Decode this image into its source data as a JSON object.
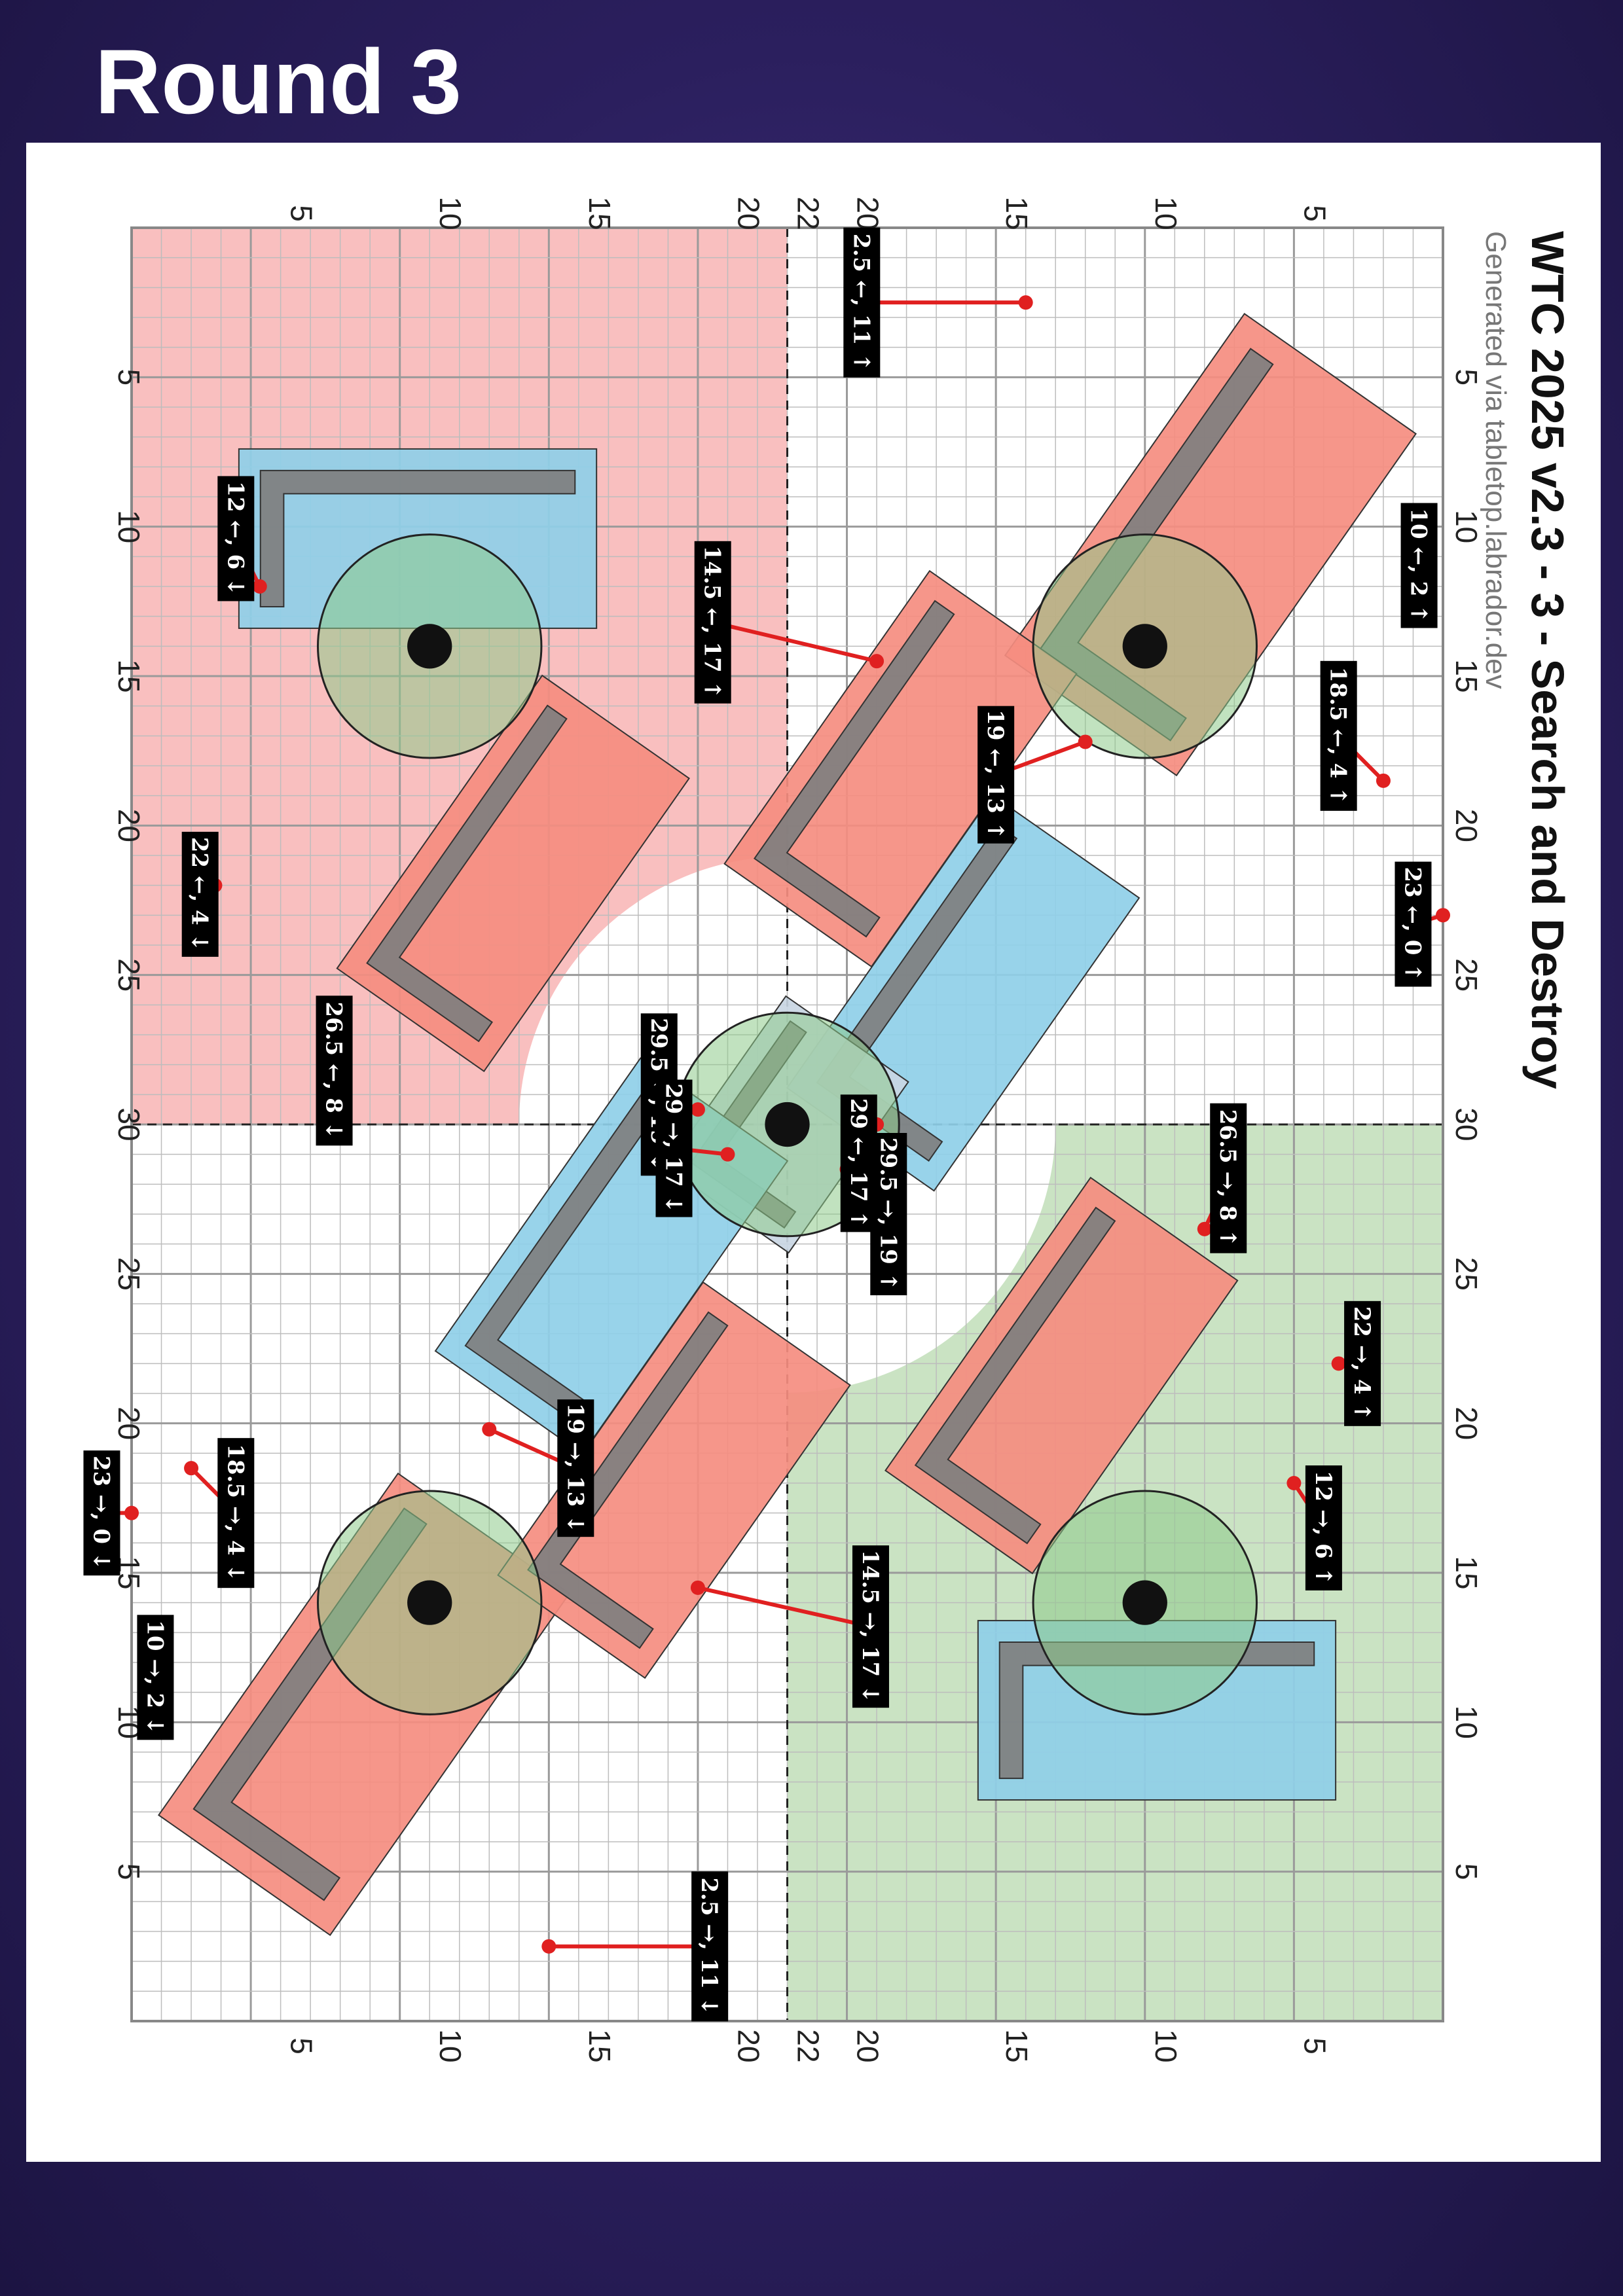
{
  "round_label": "Round 3",
  "map": {
    "title": "WTC 2025 v2.3 - 3 - Search and Destroy",
    "subtitle": "Generated via tabletop.labrador.dev",
    "board_width_in": 44,
    "board_height_in": 60,
    "colors": {
      "background": "#2b1f5e",
      "red_zone": "#f8b8b8",
      "green_zone": "#c4e0bd",
      "red_terrain": "#f58d80",
      "blue_terrain": "#8fcfe8",
      "grey_wall": "#7f7f7f",
      "objective_circle": "#8ecb8a",
      "measure_line": "#e02020",
      "label_bg": "#000000"
    },
    "top_axis_ticks": [
      "5",
      "10",
      "15",
      "20",
      "22",
      "20",
      "15",
      "10",
      "5"
    ],
    "bottom_axis_ticks": [
      "5",
      "10",
      "15",
      "20",
      "22",
      "20",
      "15",
      "10",
      "5"
    ],
    "left_axis_ticks": [
      "5",
      "10",
      "15",
      "20",
      "25",
      "30",
      "25",
      "20",
      "15",
      "10",
      "5"
    ],
    "right_axis_ticks": [
      "5",
      "10",
      "15",
      "20",
      "25",
      "30",
      "25",
      "20",
      "15",
      "10",
      "5"
    ],
    "labels": [
      {
        "text": "2.5 ←, 11 ↑"
      },
      {
        "text": "10 ←, 2 ↑"
      },
      {
        "text": "18.5 ←, 4 ↑"
      },
      {
        "text": "23 ←, 0 ↑"
      },
      {
        "text": "19 ←, 13 ↑"
      },
      {
        "text": "14.5 ←, 17 ↑"
      },
      {
        "text": "12 ←, 6 ↓"
      },
      {
        "text": "22 ←, 4 ↓"
      },
      {
        "text": "26.5 ←, 8 ↓"
      },
      {
        "text": "29.5 ←, 19 ↓"
      },
      {
        "text": "29 →, 17 ↓"
      },
      {
        "text": "29 ←, 17 ↑"
      },
      {
        "text": "29.5 →, 19 ↑"
      },
      {
        "text": "26.5 →, 8 ↑"
      },
      {
        "text": "22 →, 4 ↑"
      },
      {
        "text": "12 →, 6 ↑"
      },
      {
        "text": "23 →, 0 ↓"
      },
      {
        "text": "18.5 →, 4 ↓"
      },
      {
        "text": "19 →, 13 ↓"
      },
      {
        "text": "14.5 →, 17 ↓"
      },
      {
        "text": "10 →, 2 ↓"
      },
      {
        "text": "2.5 →, 11 ↓"
      }
    ]
  }
}
